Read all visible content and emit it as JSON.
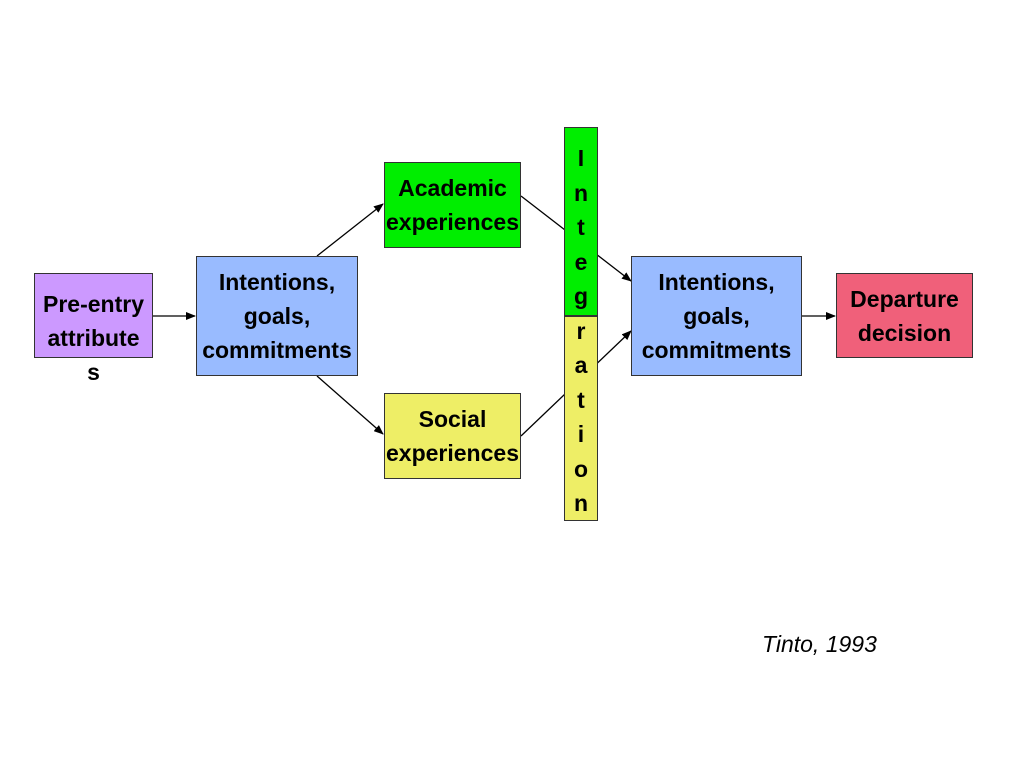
{
  "nodes": {
    "pre_entry": "Pre-entry\nattribute\ns",
    "intentions_initial": "Intentions,\ngoals,\ncommitments",
    "academic": "Academic\nexperiences",
    "social": "Social\nexperiences",
    "integration": "I\nn\nt\ne\ng\nr\na\nt\ni\no\nn",
    "intentions_final": "Intentions,\ngoals,\ncommitments",
    "departure": "Departure\ndecision"
  },
  "citation": "Tinto, 1993",
  "colors": {
    "pre_entry": "#cc99ff",
    "intentions": "#99bbff",
    "academic": "#00ee00",
    "social": "#eeee66",
    "departure": "#f0607a"
  }
}
